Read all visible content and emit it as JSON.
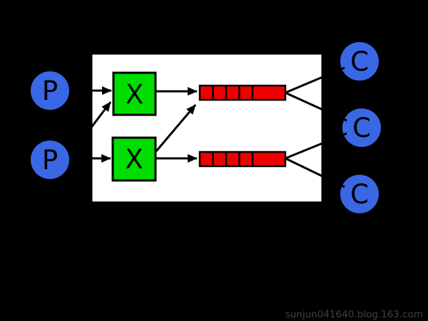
{
  "watermark": {
    "text": "sunjun041640.blog.163.com"
  },
  "colors": {
    "background": "#000000",
    "panel_fill": "#ffffff",
    "stroke": "#000000",
    "producer_fill": "#3a67e4",
    "exchange_fill": "#00dd00",
    "queue_fill": "#ee0000",
    "watermark_text": "#414141"
  },
  "diagram": {
    "producers": [
      {
        "id": "P1",
        "label": "P"
      },
      {
        "id": "P2",
        "label": "P"
      }
    ],
    "exchanges": [
      {
        "id": "X1",
        "label": "X"
      },
      {
        "id": "X2",
        "label": "X"
      }
    ],
    "queues": [
      {
        "id": "queue1",
        "segments": 5
      },
      {
        "id": "queue2",
        "segments": 5
      }
    ],
    "consumers": [
      {
        "id": "C1",
        "label": "C"
      },
      {
        "id": "C2",
        "label": "C"
      },
      {
        "id": "C3",
        "label": "C"
      }
    ],
    "edges": [
      {
        "from": "P1",
        "to": "X1"
      },
      {
        "from": "P2",
        "to": "X1"
      },
      {
        "from": "P2",
        "to": "X2"
      },
      {
        "from": "X1",
        "to": "queue1"
      },
      {
        "from": "X2",
        "to": "queue1"
      },
      {
        "from": "X2",
        "to": "queue2"
      },
      {
        "from": "queue1",
        "to": "C1"
      },
      {
        "from": "queue1",
        "to": "C2"
      },
      {
        "from": "queue2",
        "to": "C2"
      },
      {
        "from": "queue2",
        "to": "C3"
      }
    ]
  }
}
